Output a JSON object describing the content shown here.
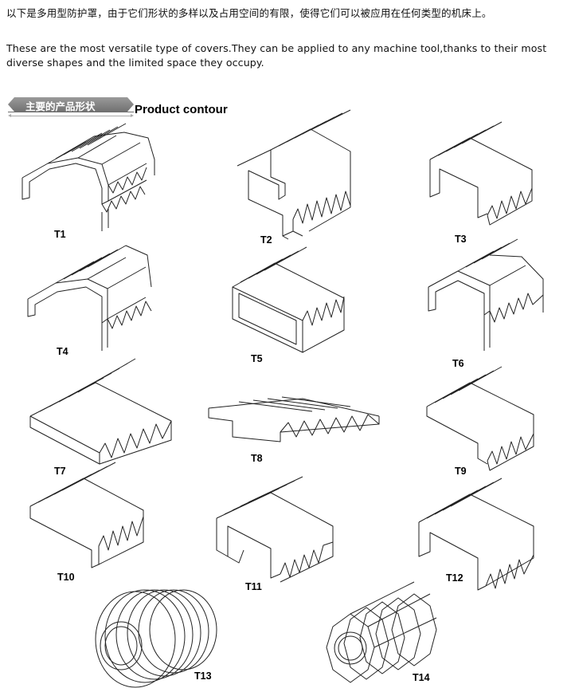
{
  "intro": {
    "chinese": "以下是多用型防护罩，由于它们形状的多样以及占用空间的有限，使得它们可以被应用在任何类型的机床上。",
    "english": "These are the most versatile type of covers.They can be applied to any machine tool,thanks to their most diverse shapes and the limited space they occupy."
  },
  "section": {
    "banner_cn": "主要的产品形状",
    "title_en": "Product contour"
  },
  "products": {
    "t1": "T1",
    "t2": "T2",
    "t3": "T3",
    "t4": "T4",
    "t5": "T5",
    "t6": "T6",
    "t7": "T7",
    "t8": "T8",
    "t9": "T9",
    "t10": "T10",
    "t11": "T11",
    "t12": "T12",
    "t13": "T13",
    "t14": "T14"
  }
}
